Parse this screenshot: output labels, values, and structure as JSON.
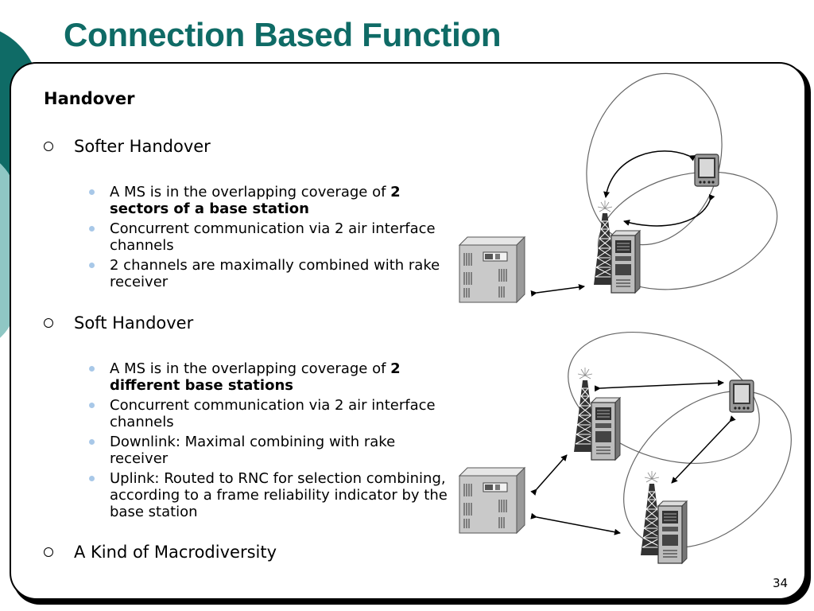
{
  "slide": {
    "title": "Connection Based Function",
    "page_number": "34"
  },
  "content": {
    "heading": "Handover",
    "sections": [
      {
        "label": "Softer Handover",
        "items": [
          {
            "text_before": "A MS is in the overlapping coverage of ",
            "bold": "2 sectors of a base station"
          },
          {
            "text": "Concurrent communication via 2 air interface channels"
          },
          {
            "text": "2 channels are maximally combined with rake receiver"
          }
        ]
      },
      {
        "label": "Soft Handover",
        "items": [
          {
            "text_before": "A MS is in the overlapping coverage of ",
            "bold": "2 different base stations"
          },
          {
            "text": "Concurrent communication via 2 air interface channels"
          },
          {
            "text": "Downlink: Maximal combining with rake receiver"
          },
          {
            "text": "Uplink: Routed to RNC for selection combining, according to a frame reliability indicator by the base station"
          }
        ]
      },
      {
        "label": "A Kind of Macrodiversity",
        "items": []
      }
    ]
  },
  "colors": {
    "title": "#0f6b66",
    "accent_dark": "#0f6b66",
    "accent_light": "#8fc7c4",
    "sub_bullet": "#a8c8e8"
  },
  "icons": [
    "rnc-server-icon",
    "base-station-tower-icon",
    "mobile-station-icon"
  ]
}
